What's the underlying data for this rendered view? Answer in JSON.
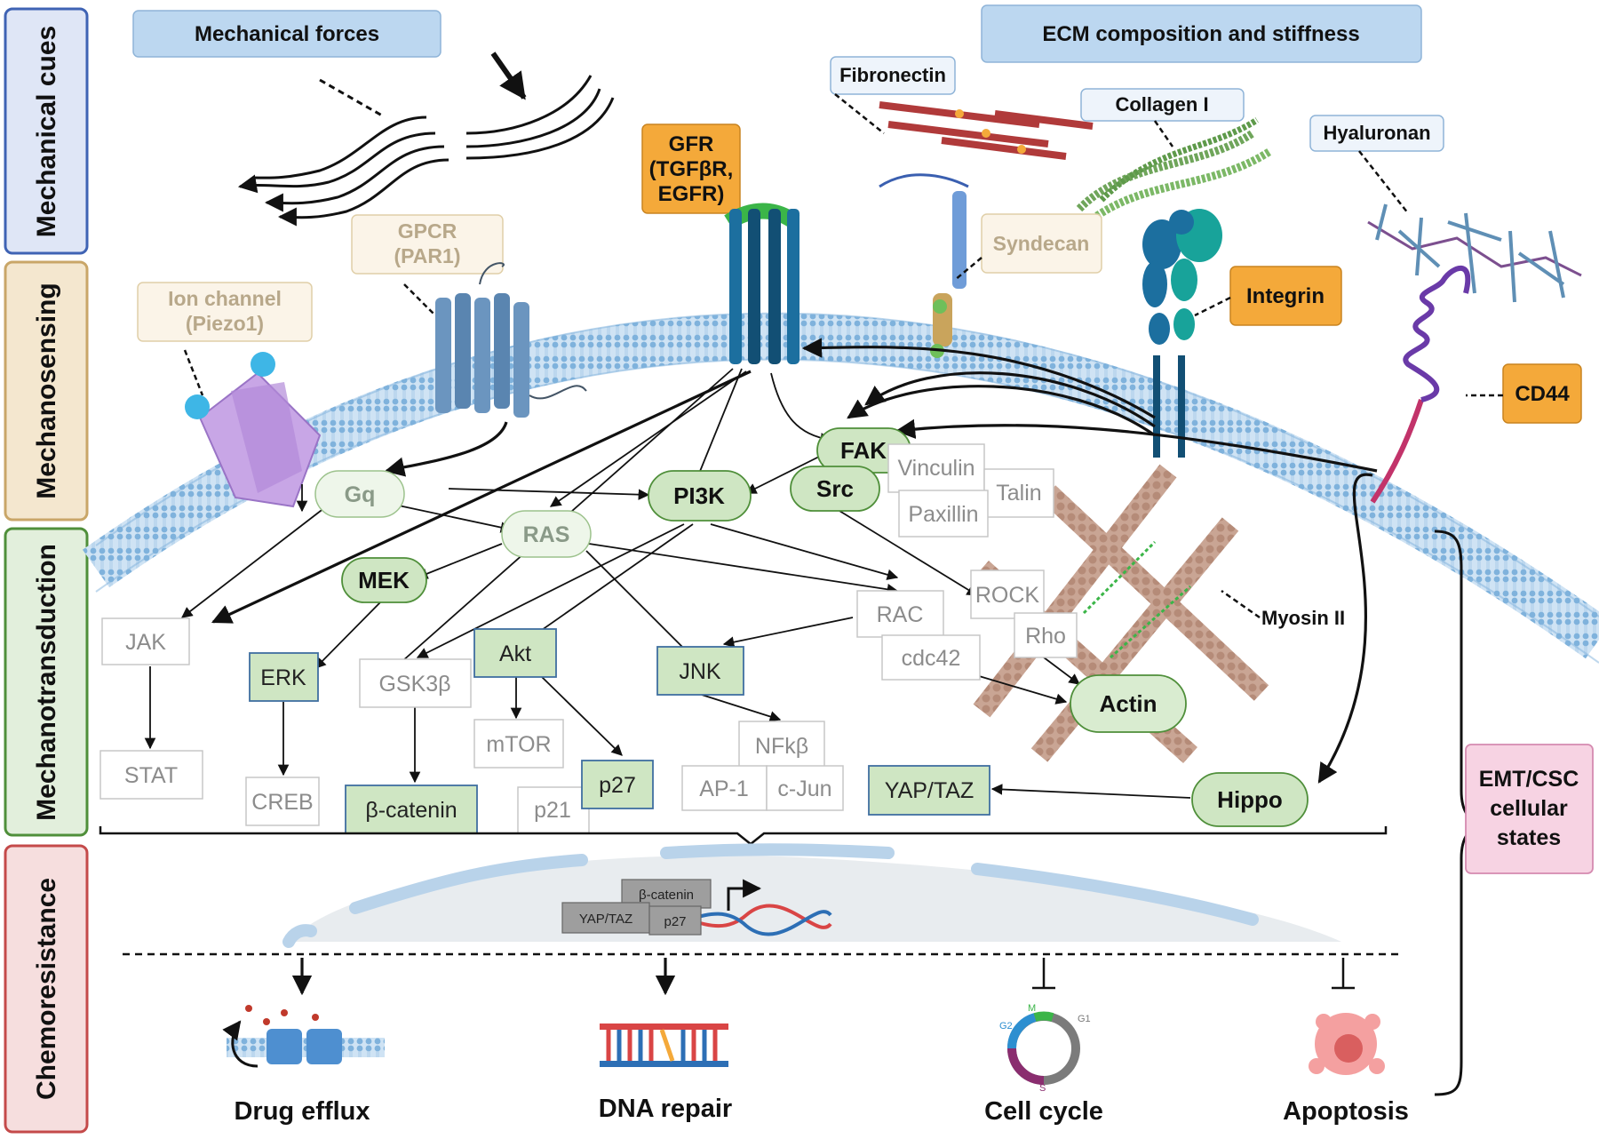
{
  "rail": {
    "mechanical_cues": "Mechanical cues",
    "mechanosensing": "Mechanosensing",
    "mechanotransduction": "Mechanotransduction",
    "chemoresistance": "Chemoresistance"
  },
  "headers": {
    "mechanical_forces": "Mechanical forces",
    "ecm": "ECM composition and stiffness"
  },
  "ecm_labels": {
    "fibronectin": "Fibronectin",
    "collagen": "Collagen I",
    "hyaluronan": "Hyaluronan"
  },
  "receptors": {
    "gfr_line1": "GFR",
    "gfr_line2": "(TGFβR,",
    "gfr_line3": "EGFR)",
    "integrin": "Integrin",
    "cd44": "CD44",
    "gpcr_line1": "GPCR",
    "gpcr_line2": "(PAR1)",
    "ion_line1": "Ion channel",
    "ion_line2": "(Piezo1)",
    "syndecan": "Syndecan"
  },
  "nodes": {
    "fak": "FAK",
    "src": "Src",
    "pi3k": "PI3K",
    "gq": "Gq",
    "ras": "RAS",
    "mek": "MEK",
    "actin": "Actin",
    "hippo": "Hippo"
  },
  "boxes": {
    "vinculin": "Vinculin",
    "talin": "Talin",
    "paxillin": "Paxillin",
    "jak": "JAK",
    "stat": "STAT",
    "erk": "ERK",
    "creb": "CREB",
    "gsk3b": "GSK3β",
    "bcatenin": "β-catenin",
    "akt": "Akt",
    "mtor": "mTOR",
    "p21": "p21",
    "p27": "p27",
    "jnk": "JNK",
    "nfkb": "NFkβ",
    "ap1": "AP-1",
    "cjun": "c-Jun",
    "rac": "RAC",
    "cdc42": "cdc42",
    "rock": "ROCK",
    "rho": "Rho",
    "yaptaz": "YAP/TAZ"
  },
  "labels": {
    "myosin": "Myosin II"
  },
  "nucleus": {
    "bcatenin": "β-catenin",
    "yaptaz": "YAP/TAZ",
    "p27": "p27"
  },
  "cell_cycle": {
    "g1": "G1",
    "s": "S",
    "g2": "G2",
    "m": "M"
  },
  "outcomes": {
    "drug_efflux": "Drug efflux",
    "dna_repair": "DNA repair",
    "cell_cycle": "Cell cycle",
    "apoptosis": "Apoptosis"
  },
  "emt": {
    "line1": "EMT/CSC",
    "line2": "cellular",
    "line3": "states"
  },
  "colors": {
    "rail_blue": "#3f63b4",
    "rail_tan": "#c9a668",
    "rail_green": "#4f8f3a",
    "rail_red": "#c44a4a",
    "header_blue": "#bcd7f0",
    "orange": "#f4a93a",
    "green_node": "#cfe6c3",
    "emt_pink": "#f7d3e3"
  }
}
